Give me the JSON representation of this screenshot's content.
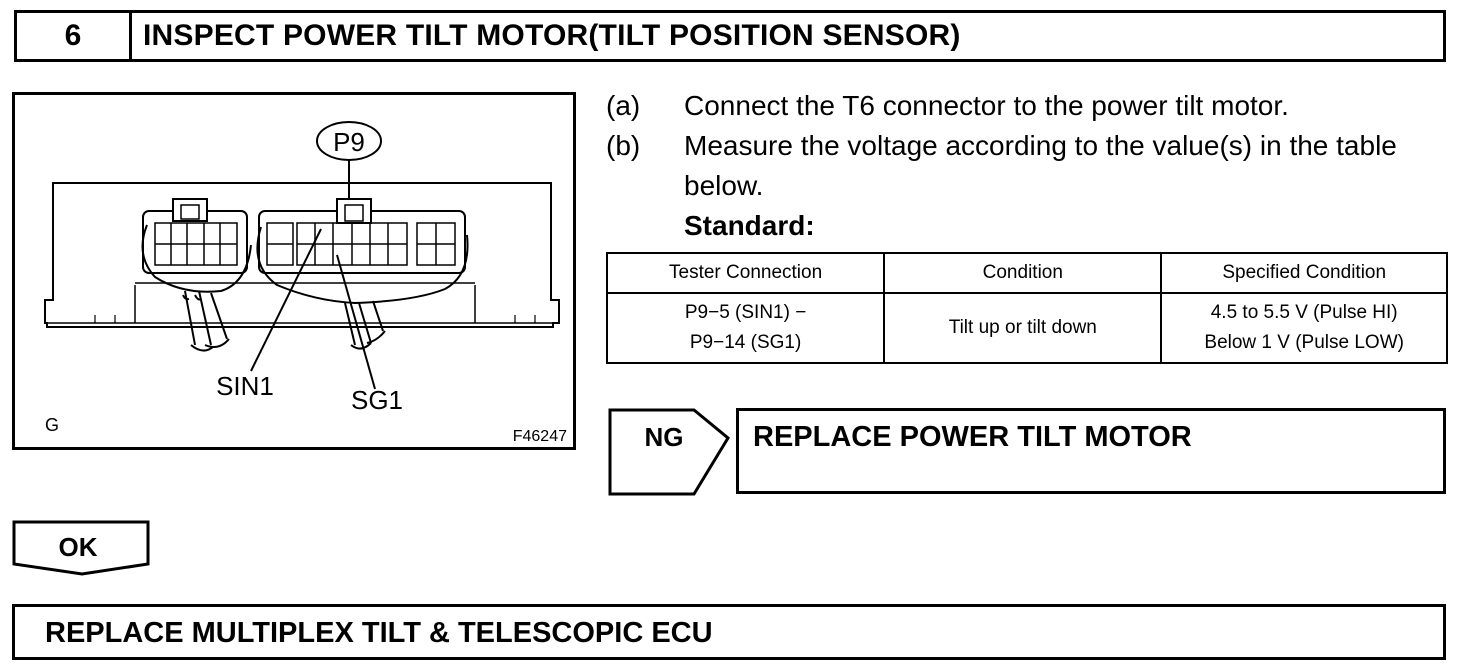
{
  "header": {
    "step_number": "6",
    "title": "INSPECT POWER TILT MOTOR(TILT POSITION SENSOR)"
  },
  "figure": {
    "connector_label": "P9",
    "pin_label_1": "SIN1",
    "pin_label_2": "SG1",
    "corner_letter": "G",
    "figure_code": "F46247"
  },
  "steps": [
    {
      "letter": "(a)",
      "text": "Connect the T6 connector to the power tilt motor."
    },
    {
      "letter": "(b)",
      "text_line1": "Measure the voltage according to the value(s) in the table",
      "text_line2": "below."
    }
  ],
  "standard_label": "Standard:",
  "table": {
    "headers": [
      "Tester Connection",
      "Condition",
      "Specified Condition"
    ],
    "row": {
      "connection_line1": "P9−5 (SIN1) −",
      "connection_line2": "P9−14 (SG1)",
      "condition": "Tilt up or tilt down",
      "spec_line1": "4.5 to 5.5 V (Pulse HI)",
      "spec_line2": "Below 1 V (Pulse LOW)"
    }
  },
  "ng": {
    "label": "NG",
    "action": "REPLACE POWER TILT MOTOR"
  },
  "ok": {
    "label": "OK"
  },
  "final_action": "REPLACE MULTIPLEX TILT & TELESCOPIC ECU"
}
